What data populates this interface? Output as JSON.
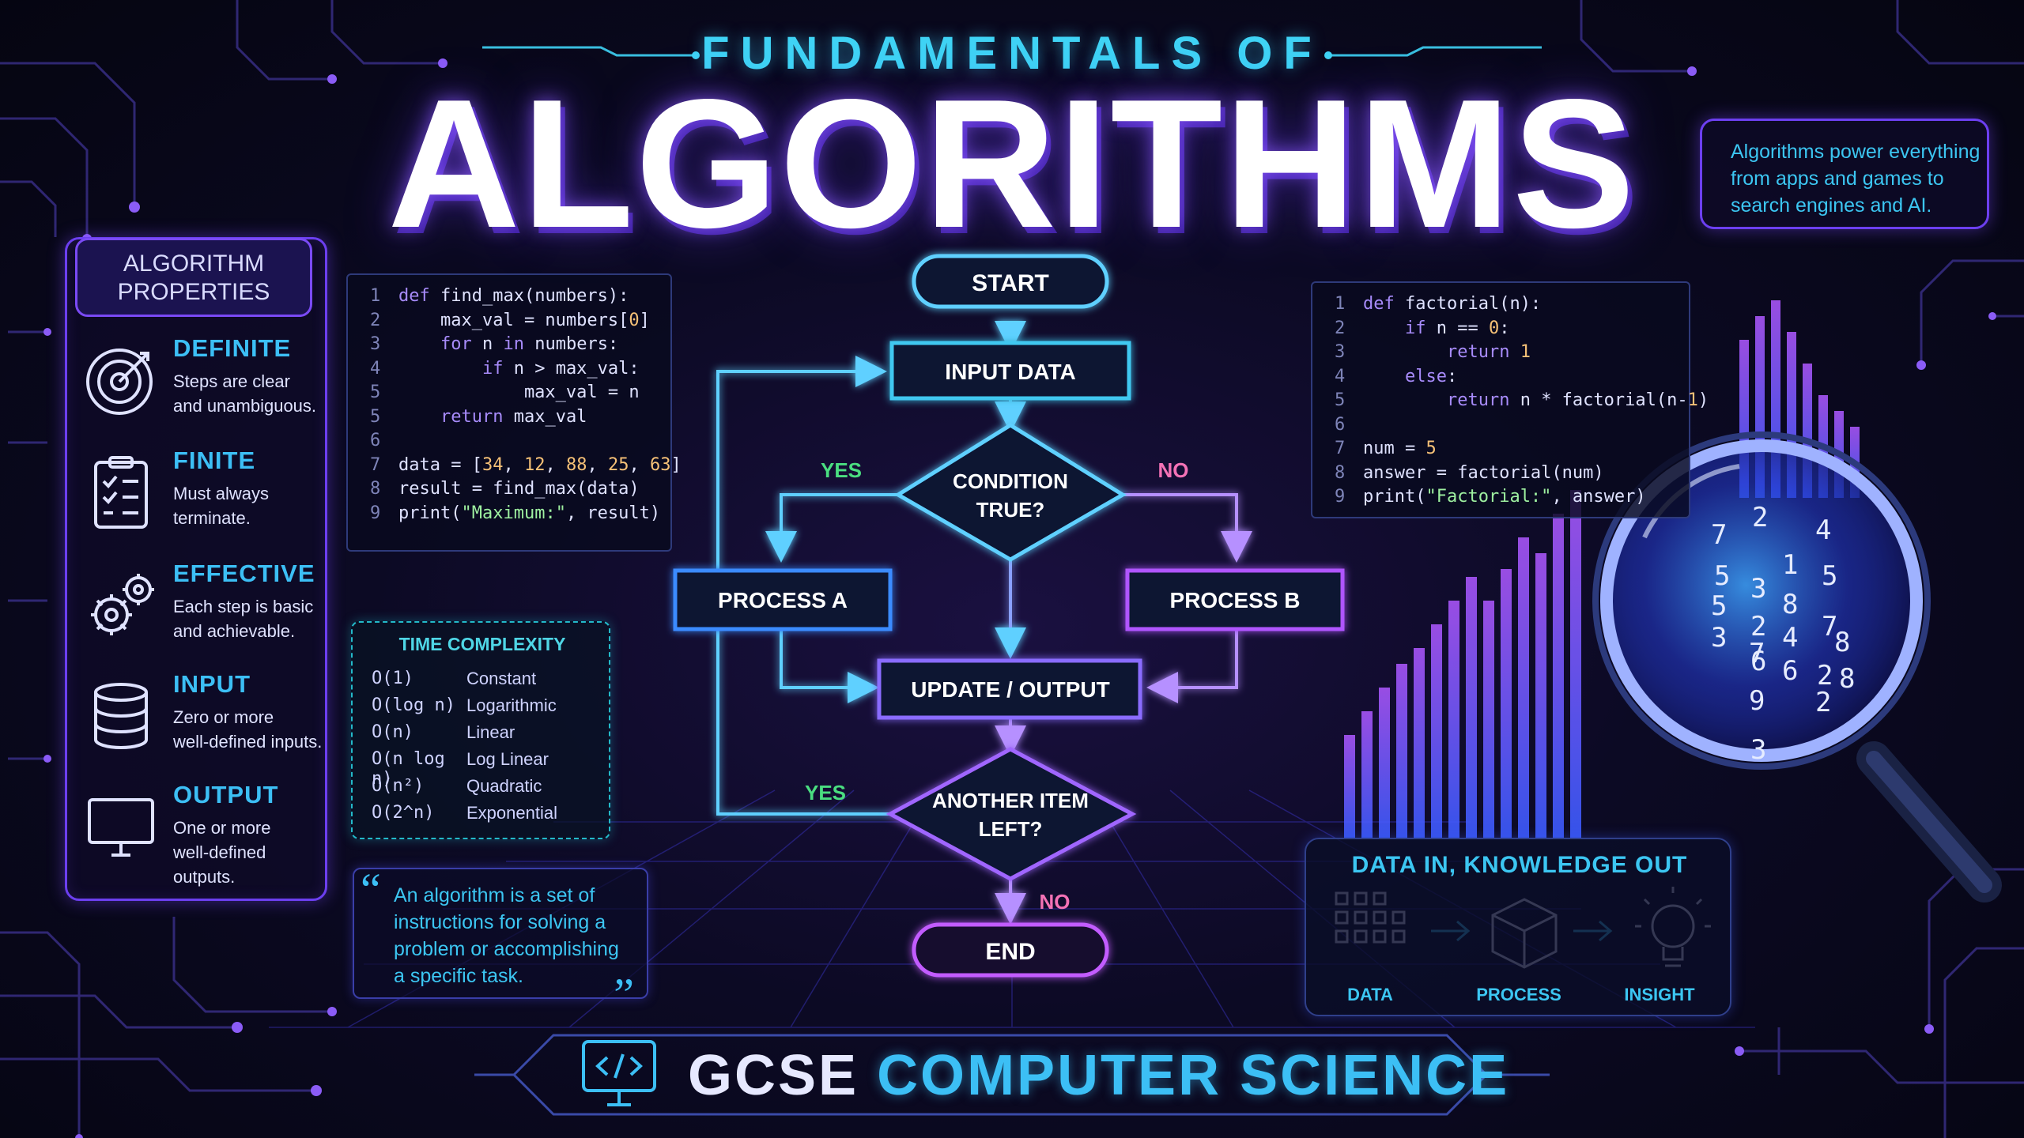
{
  "header": {
    "kicker": "FUNDAMENTALS OF",
    "title": "ALGORITHMS"
  },
  "properties": {
    "heading_line1": "ALGORITHM",
    "heading_line2": "PROPERTIES",
    "items": [
      {
        "icon": "target-icon",
        "title": "DEFINITE",
        "desc_line1": "Steps are clear",
        "desc_line2": "and unambiguous."
      },
      {
        "icon": "checklist-icon",
        "title": "FINITE",
        "desc_line1": "Must always",
        "desc_line2": "terminate."
      },
      {
        "icon": "gears-icon",
        "title": "EFFECTIVE",
        "desc_line1": "Each step is basic",
        "desc_line2": "and achievable."
      },
      {
        "icon": "database-icon",
        "title": "INPUT",
        "desc_line1": "Zero or more",
        "desc_line2": "well-defined inputs."
      },
      {
        "icon": "monitor-icon",
        "title": "OUTPUT",
        "desc_line1": "One or more",
        "desc_line2": "well-defined outputs."
      }
    ]
  },
  "code_left": {
    "line_numbers": [
      "1",
      "2",
      "3",
      "4",
      "5",
      "5",
      "6",
      "7",
      "8",
      "9"
    ],
    "lines": [
      "def find_max(numbers):",
      "    max_val = numbers[0]",
      "    for n in numbers:",
      "        if n > max_val:",
      "            max_val = n",
      "    return max_val",
      "",
      "data = [34, 12, 88, 25, 63]",
      "result = find_max(data)",
      "print(\"Maximum:\", result)"
    ]
  },
  "code_right": {
    "line_numbers": [
      "1",
      "2",
      "3",
      "4",
      "5",
      "6",
      "7",
      "8",
      "9"
    ],
    "lines": [
      "def factorial(n):",
      "    if n == 0:",
      "        return 1",
      "    else:",
      "        return n * factorial(n-1)",
      "",
      "num = 5",
      "answer = factorial(num)",
      "print(\"Factorial:\", answer)"
    ]
  },
  "time_complexity": {
    "title": "TIME COMPLEXITY",
    "rows": [
      {
        "o": "O(1)",
        "name": "Constant"
      },
      {
        "o": "O(log n)",
        "name": "Logarithmic"
      },
      {
        "o": "O(n)",
        "name": "Linear"
      },
      {
        "o": "O(n log n)",
        "name": "Log Linear"
      },
      {
        "o": "O(n²)",
        "name": "Quadratic"
      },
      {
        "o": "O(2^n)",
        "name": "Exponential"
      }
    ]
  },
  "quote": {
    "line1": "An algorithm is a set of",
    "line2": "instructions for solving a",
    "line3": "problem or accomplishing",
    "line4": "a specific task."
  },
  "note": {
    "line1": "Algorithms power everything",
    "line2": "from apps and games to",
    "line3": "search engines and AI."
  },
  "flowchart": {
    "start": "START",
    "input": "INPUT DATA",
    "condition_line1": "CONDITION",
    "condition_line2": "TRUE?",
    "yes1": "YES",
    "no1": "NO",
    "process_a": "PROCESS A",
    "process_b": "PROCESS B",
    "update": "UPDATE / OUTPUT",
    "another_line1": "ANOTHER ITEM",
    "another_line2": "LEFT?",
    "yes2": "YES",
    "no2": "NO",
    "end": "END"
  },
  "data_box": {
    "title": "DATA IN, KNOWLEDGE OUT",
    "labels": [
      "DATA",
      "PROCESS",
      "INSIGHT"
    ]
  },
  "magnifier_digits": [
    "2",
    "4",
    "7",
    "5",
    "1",
    "5",
    "5",
    "3",
    "8",
    "7",
    "7",
    "3",
    "2",
    "4",
    "8",
    "6",
    "6",
    "2",
    "8",
    "9",
    "2",
    "3"
  ],
  "footer": {
    "part1": "GCSE",
    "part2": "COMPUTER SCIENCE"
  },
  "colors": {
    "cyan": "#3cbff5",
    "purple": "#8b5cf6",
    "blue": "#3b82f6",
    "green": "#4ade80",
    "pink": "#f472b6"
  }
}
